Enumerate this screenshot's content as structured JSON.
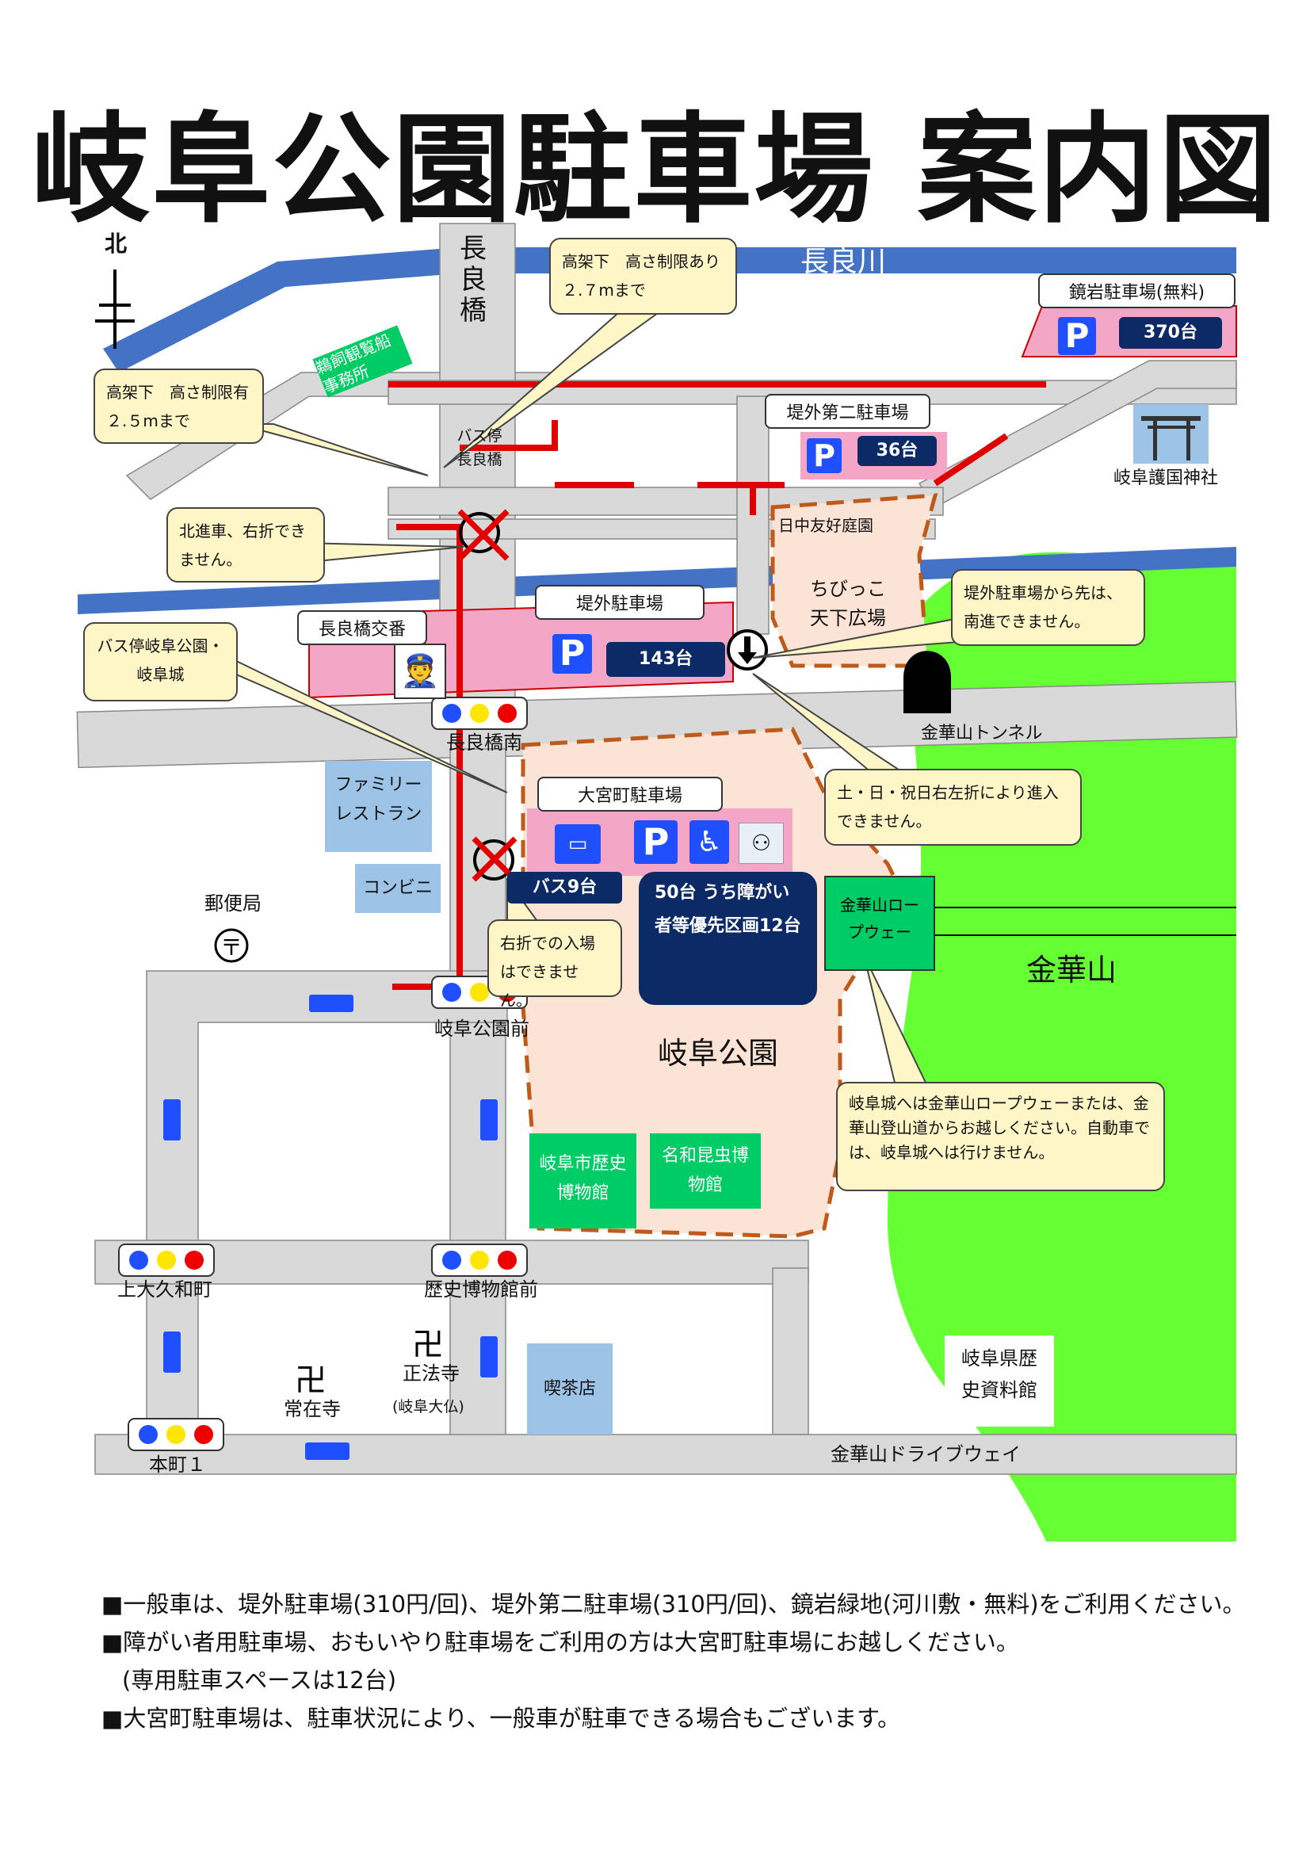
{
  "title": "岐阜公園駐車場 案内図",
  "north_label": "北",
  "rivers": {
    "nagara": "長良川"
  },
  "bridge": "長良橋",
  "parking": {
    "kagamiiwa": {
      "name": "鏡岩駐車場(無料)",
      "count": "370台"
    },
    "teigai2": {
      "name": "堤外第二駐車場",
      "count": "36台"
    },
    "teigai": {
      "name": "堤外駐車場",
      "count": "143台"
    },
    "omiya": {
      "name": "大宮町駐車場",
      "bus": "バス9台",
      "cars": "50台 うち障がい者等優先区画12台"
    }
  },
  "places": {
    "ukai": "鵜飼観覧船事務所",
    "gokoku": "岐阜護国神社",
    "nicchu": "日中友好庭園",
    "chibikko": "ちびっこ天下広場",
    "koban": "長良橋交番",
    "tunnel": "金華山トンネル",
    "family": "ファミリーレストラン",
    "conveni": "コンビニ",
    "post": "郵便局",
    "ropeway": "金華山ロープウェー",
    "kinkazan": "金華山",
    "park": "岐阜公園",
    "museum": "岐阜市歴史博物館",
    "insect": "名和昆虫博物館",
    "kissa": "喫茶店",
    "jozai": "常在寺",
    "shoho": "正法寺",
    "daibutsu": "(岐阜大仏)",
    "pref_museum": "岐阜県歴史資料館",
    "drive": "金華山ドライブウェイ",
    "busstop_nagara": "バス停長良橋"
  },
  "signals": {
    "nagarabashi_minami": "長良橋南",
    "gifukoen_mae": "岐阜公園前",
    "kamiokuwa": "上大久和町",
    "rekishi": "歴史博物館前",
    "honmachi": "本町１"
  },
  "callouts": {
    "height25": "高架下　高さ制限有２.５mまで",
    "height27": "高架下　高さ制限あり２.７mまで",
    "north_right": "北進車、右折できません。",
    "bus_stop": "バス停岐阜公園・岐阜城",
    "no_south": "堤外駐車場から先は、南進できません。",
    "weekend": "土・日・祝日右左折により進入できません。",
    "no_right_entry": "右折での入場はできません。",
    "castle": "岐阜城へは金華山ロープウェーまたは、金華山登山道からお越しください。自動車では、岐阜城へは行けません。"
  },
  "notes": [
    "■一般車は、堤外駐車場(310円/回)、堤外第二駐車場(310円/回)、鏡岩緑地(河川敷・無料)をご利用ください。",
    "■障がい者用駐車場、おもいやり駐車場をご利用の方は大宮町駐車場にお越しください。",
    "(専用駐車スペースは12台)",
    "■大宮町駐車場は、駐車状況により、一般車が駐車できる場合もございます。"
  ],
  "colors": {
    "river": "#4472c4",
    "road": "#d9d9d9",
    "route": "#e00000",
    "park_fill": "#fbe4d5",
    "mountain": "#66ff33",
    "parking_lot": "#f4a6c6",
    "navy": "#0c2a66"
  }
}
